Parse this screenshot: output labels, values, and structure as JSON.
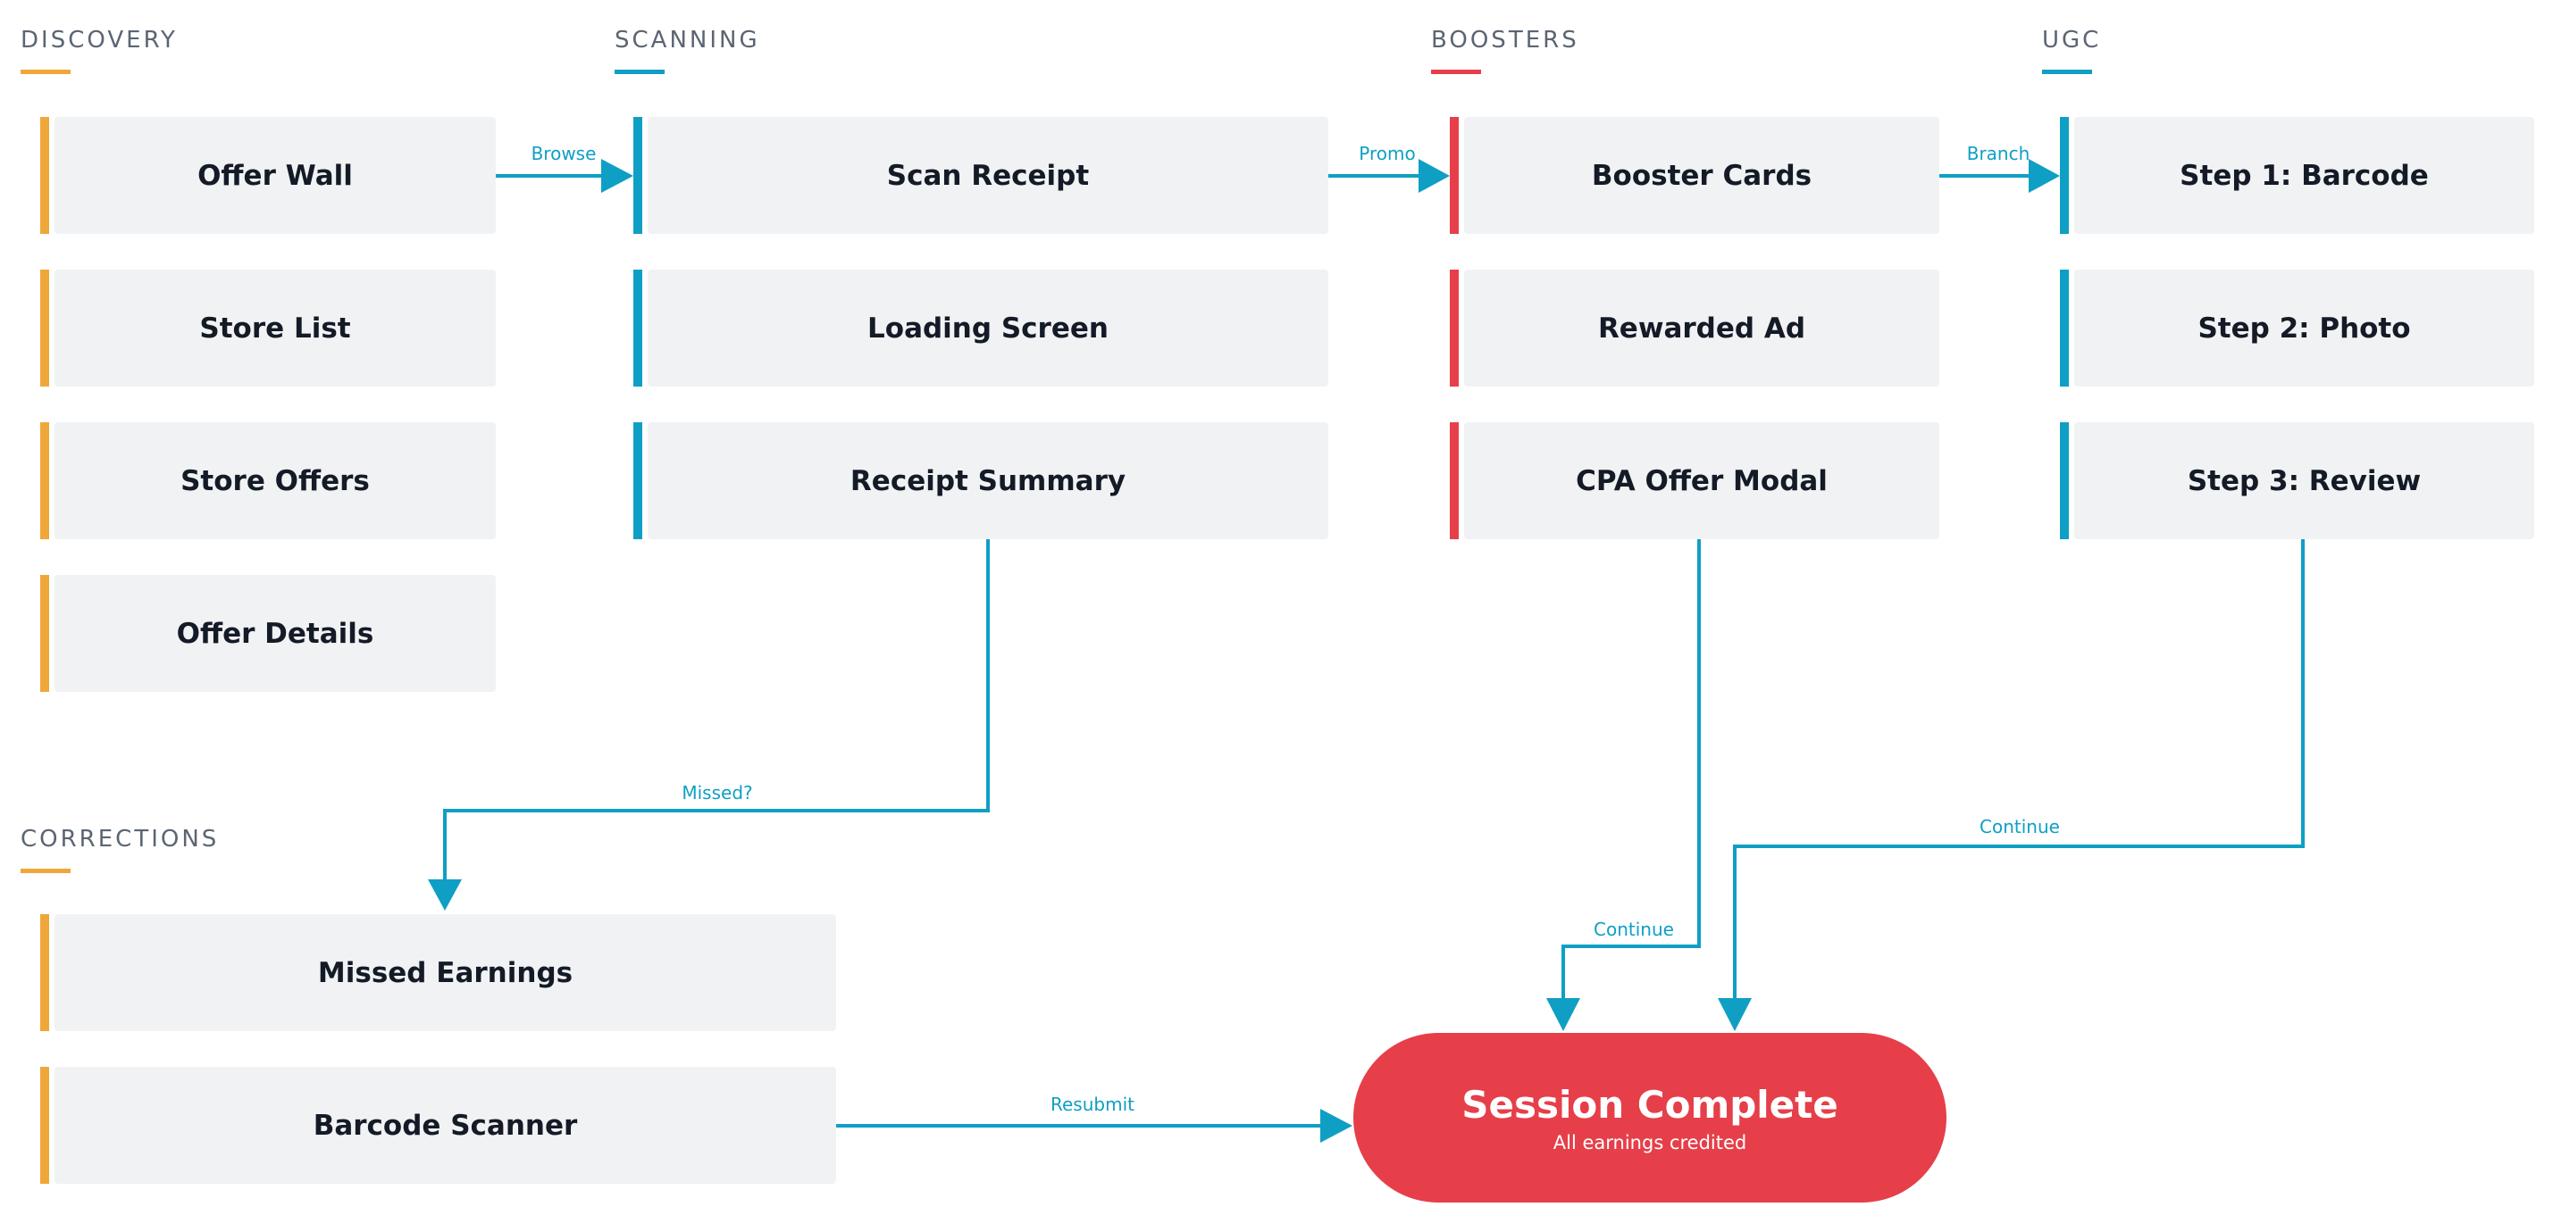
{
  "colors": {
    "discovery": "#f0a73a",
    "scanning": "#0f9fc4",
    "boosters": "#e63f4a",
    "ugc": "#0f9fc4",
    "corrections": "#f0a73a",
    "edge": "#0f9fc4",
    "session": "#e63f4a"
  },
  "sections": {
    "discovery": {
      "title": "DISCOVERY",
      "nodes": [
        "Offer Wall",
        "Store List",
        "Store Offers",
        "Offer Details"
      ]
    },
    "scanning": {
      "title": "SCANNING",
      "nodes": [
        "Scan Receipt",
        "Loading Screen",
        "Receipt Summary"
      ]
    },
    "boosters": {
      "title": "BOOSTERS",
      "nodes": [
        "Booster Cards",
        "Rewarded Ad",
        "CPA Offer Modal"
      ]
    },
    "ugc": {
      "title": "UGC",
      "nodes": [
        "Step 1: Barcode",
        "Step 2: Photo",
        "Step 3: Review"
      ]
    },
    "corrections": {
      "title": "CORRECTIONS",
      "nodes": [
        "Missed Earnings",
        "Barcode Scanner"
      ]
    }
  },
  "terminal": {
    "title": "Session Complete",
    "subtitle": "All earnings credited"
  },
  "edges": {
    "browse": "Browse",
    "promo": "Promo",
    "branch": "Branch",
    "missed": "Missed?",
    "continue_boosters": "Continue",
    "continue_ugc": "Continue",
    "resubmit": "Resubmit"
  }
}
